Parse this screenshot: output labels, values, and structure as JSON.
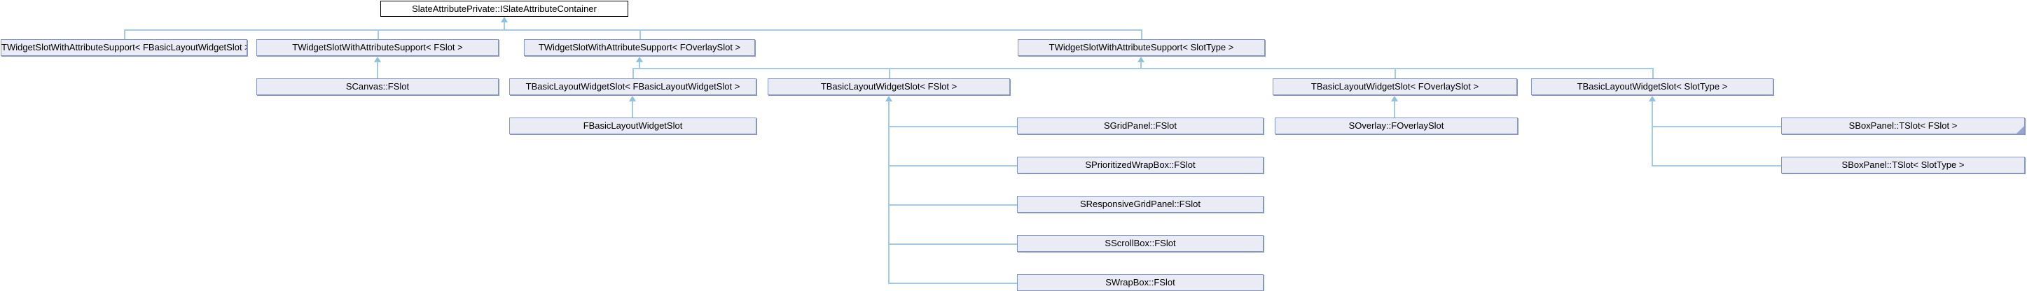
{
  "diagram": {
    "title": "Inheritance graph for SlateAttributePrivate::ISlateAttributeContainer",
    "edge_color": "#a5cbe2",
    "node_fill": "#e9ebf5",
    "node_border": "#8995c5",
    "nodes": {
      "root": "SlateAttributePrivate::ISlateAttributeContainer",
      "twsas_fbasic": "TWidgetSlotWithAttributeSupport< FBasicLayoutWidgetSlot >",
      "twsas_fslot": "TWidgetSlotWithAttributeSupport< FSlot >",
      "twsas_foverlay": "TWidgetSlotWithAttributeSupport< FOverlaySlot >",
      "twsas_slottype": "TWidgetSlotWithAttributeSupport< SlotType >",
      "scanvas_fslot": "SCanvas::FSlot",
      "tblws_fbasic": "TBasicLayoutWidgetSlot< FBasicLayoutWidgetSlot >",
      "tblws_fslot": "TBasicLayoutWidgetSlot< FSlot >",
      "tblws_foverlay": "TBasicLayoutWidgetSlot< FOverlaySlot >",
      "tblws_slottype": "TBasicLayoutWidgetSlot< SlotType >",
      "fbasiclayoutwidgetslot": "FBasicLayoutWidgetSlot",
      "sgridpanel_fslot": "SGridPanel::FSlot",
      "soverlay_foverlayslot": "SOverlay::FOverlaySlot",
      "sboxpanel_tslot_fslot": "SBoxPanel::TSlot< FSlot >",
      "sprioritizedwrapbox_fslot": "SPrioritizedWrapBox::FSlot",
      "sboxpanel_tslot_slottype": "SBoxPanel::TSlot< SlotType >",
      "sresponsivegridpanel_fslot": "SResponsiveGridPanel::FSlot",
      "sscrollbox_fslot": "SScrollBox::FSlot",
      "swrapbox_fslot": "SWrapBox::FSlot"
    },
    "edges": [
      {
        "from": "twsas_fbasic",
        "to": "root"
      },
      {
        "from": "twsas_fslot",
        "to": "root"
      },
      {
        "from": "twsas_foverlay",
        "to": "root"
      },
      {
        "from": "twsas_slottype",
        "to": "root"
      },
      {
        "from": "scanvas_fslot",
        "to": "twsas_fslot"
      },
      {
        "from": "tblws_fbasic",
        "to": "twsas_fbasic"
      },
      {
        "from": "tblws_fslot",
        "to": "twsas_fslot"
      },
      {
        "from": "tblws_foverlay",
        "to": "twsas_foverlay"
      },
      {
        "from": "tblws_slottype",
        "to": "twsas_slottype"
      },
      {
        "from": "fbasiclayoutwidgetslot",
        "to": "tblws_fbasic"
      },
      {
        "from": "sgridpanel_fslot",
        "to": "tblws_fslot"
      },
      {
        "from": "sprioritizedwrapbox_fslot",
        "to": "tblws_fslot"
      },
      {
        "from": "sresponsivegridpanel_fslot",
        "to": "tblws_fslot"
      },
      {
        "from": "sscrollbox_fslot",
        "to": "tblws_fslot"
      },
      {
        "from": "swrapbox_fslot",
        "to": "tblws_fslot"
      },
      {
        "from": "soverlay_foverlayslot",
        "to": "tblws_foverlay"
      },
      {
        "from": "sboxpanel_tslot_fslot",
        "to": "tblws_slottype"
      },
      {
        "from": "sboxpanel_tslot_slottype",
        "to": "tblws_slottype"
      }
    ],
    "truncated_nodes": [
      "sboxpanel_tslot_fslot"
    ]
  }
}
